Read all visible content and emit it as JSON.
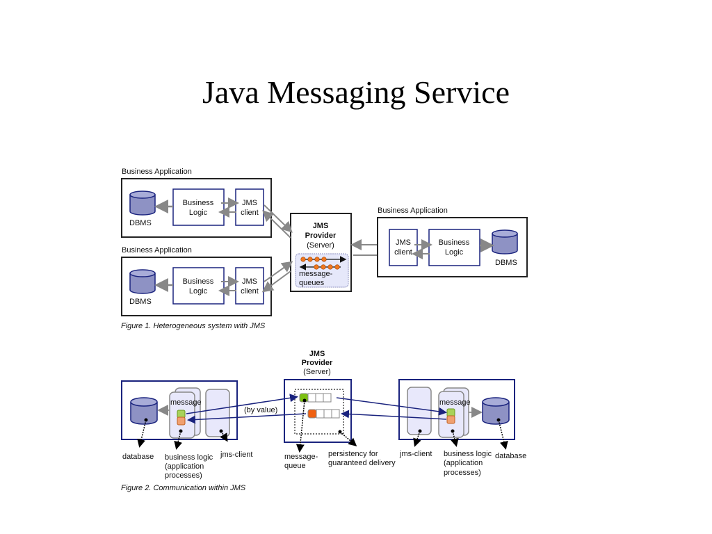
{
  "slide": {
    "title": "Java Messaging Service"
  },
  "figure1": {
    "caption": "Figure 1. Heterogeneous system with JMS",
    "apps": [
      {
        "heading": "Business Application",
        "dbms": "DBMS",
        "logic": [
          "Business",
          "Logic"
        ],
        "client": [
          "JMS",
          "client"
        ]
      },
      {
        "heading": "Business Application",
        "dbms": "DBMS",
        "logic": [
          "Business",
          "Logic"
        ],
        "client": [
          "JMS",
          "client"
        ]
      },
      {
        "heading": "Business Application",
        "dbms": "DBMS",
        "logic": [
          "Business",
          "Logic"
        ],
        "client": [
          "JMS",
          "client"
        ]
      }
    ],
    "provider": {
      "line1": "JMS",
      "line2": "Provider",
      "line3": "(Server)",
      "queue_label": [
        "message-",
        "queues"
      ]
    }
  },
  "figure2": {
    "caption": "Figure 2. Communication within JMS",
    "provider": {
      "line1": "JMS",
      "line2": "Provider",
      "line3": "(Server)"
    },
    "by_value": "(by value)",
    "left": {
      "message": "message",
      "database": "database",
      "business_logic": [
        "business logic",
        "(application",
        "processes)"
      ],
      "jms_client": "jms-client"
    },
    "center": {
      "message_queue": [
        "message-",
        "queue"
      ],
      "persistency": [
        "persistency for",
        "guaranteed delivery"
      ]
    },
    "right": {
      "message": "message",
      "database": "database",
      "business_logic": [
        "business logic",
        "(application",
        "processes)"
      ],
      "jms_client": "jms-client"
    },
    "colors": {
      "green": "#a8d25a",
      "orange": "#f0a070",
      "navy": "#1a237e",
      "panel": "#e8e8fb"
    }
  }
}
